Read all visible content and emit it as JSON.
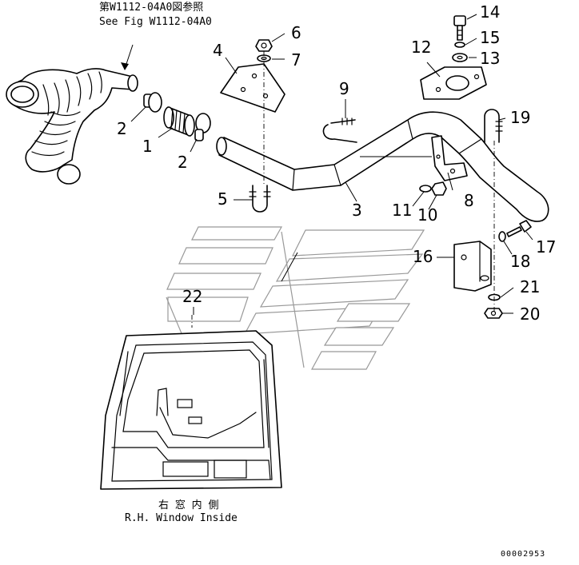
{
  "reference": {
    "line1": "第W1112-04A0図参照",
    "line2": "See Fig W1112-04A0"
  },
  "window_caption": {
    "line1": "右 窓 内 側",
    "line2": "R.H. Window Inside"
  },
  "drawing_number": "00002953",
  "callouts": [
    {
      "id": "c1",
      "label": "1"
    },
    {
      "id": "c2a",
      "label": "2"
    },
    {
      "id": "c2b",
      "label": "2"
    },
    {
      "id": "c3",
      "label": "3"
    },
    {
      "id": "c4",
      "label": "4"
    },
    {
      "id": "c5",
      "label": "5"
    },
    {
      "id": "c6",
      "label": "6"
    },
    {
      "id": "c7",
      "label": "7"
    },
    {
      "id": "c8",
      "label": "8"
    },
    {
      "id": "c9",
      "label": "9"
    },
    {
      "id": "c10",
      "label": "10"
    },
    {
      "id": "c11",
      "label": "11"
    },
    {
      "id": "c12",
      "label": "12"
    },
    {
      "id": "c13",
      "label": "13"
    },
    {
      "id": "c14",
      "label": "14"
    },
    {
      "id": "c15",
      "label": "15"
    },
    {
      "id": "c16",
      "label": "16"
    },
    {
      "id": "c17",
      "label": "17"
    },
    {
      "id": "c18",
      "label": "18"
    },
    {
      "id": "c19",
      "label": "19"
    },
    {
      "id": "c20",
      "label": "20"
    },
    {
      "id": "c21",
      "label": "21"
    },
    {
      "id": "c22",
      "label": "22"
    }
  ]
}
